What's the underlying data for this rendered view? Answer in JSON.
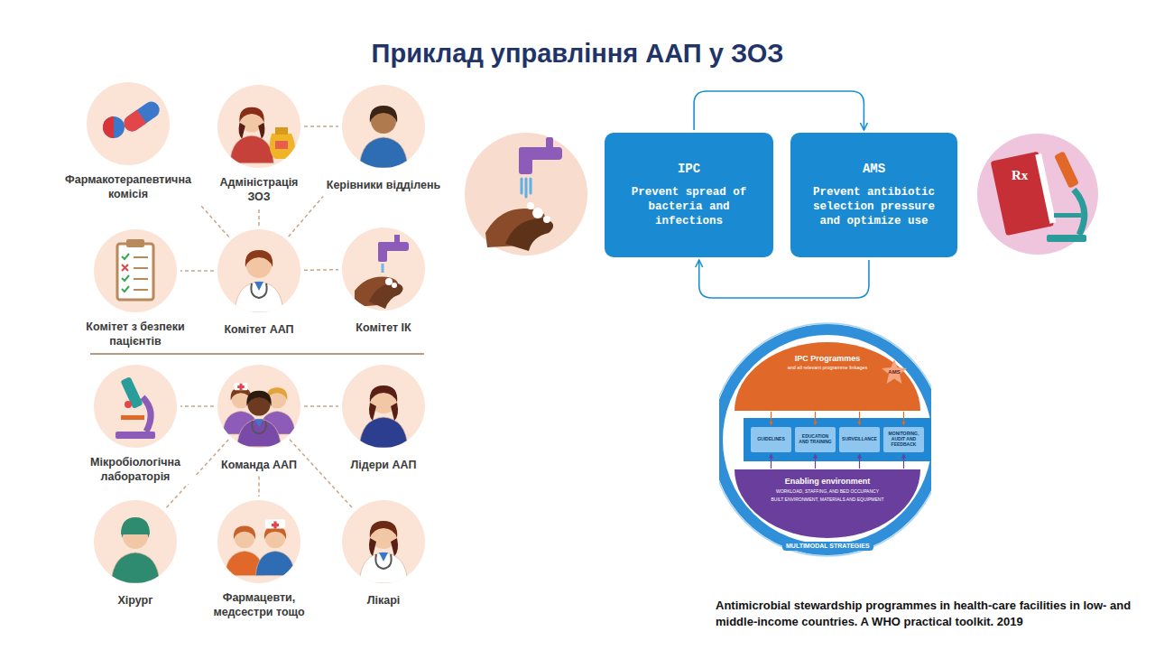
{
  "diagram": {
    "title": "Приклад управління ААП у ЗОЗ",
    "caption": "Antimicrobial stewardship programmes in health-care facilities in low- and middle-income countries. A WHO practical toolkit. 2019",
    "nodes": [
      {
        "text": [
          "Фармакотерапевтична комісія"
        ]
      },
      {
        "text": [
          "Адміністрація ЗОЗ"
        ]
      },
      {
        "text": [
          "Керівники відділень"
        ]
      },
      {
        "text": [
          "Комітет з безпеки пацієнтів"
        ]
      },
      {
        "text": [
          "Комітет ААП"
        ]
      },
      {
        "text": [
          "Комітет ІК"
        ]
      },
      {
        "text": [
          "Мікробіологічна лабораторія"
        ]
      },
      {
        "text": [
          "Команда ААП"
        ]
      },
      {
        "text": [
          "Лідери ААП"
        ]
      },
      {
        "text": [
          "Хірург"
        ]
      },
      {
        "text": [
          "Фармацевти, медсестри тощо"
        ]
      },
      {
        "text": [
          "Лікарі"
        ]
      },
      {
        "text": [
          "IPC",
          "Prevent spread of bacteria and infections"
        ]
      },
      {
        "text": [
          "AMS",
          "Prevent antibiotic selection pressure and optimize use"
        ]
      },
      {
        "text": [
          "IPC Programmes",
          "and all relevant programme linkages"
        ]
      },
      {
        "text": [
          "AMS"
        ]
      },
      {
        "text": [
          "GUIDELINES"
        ]
      },
      {
        "text": [
          "EDUCATION AND TRAINING"
        ]
      },
      {
        "text": [
          "SURVEILLANCE"
        ]
      },
      {
        "text": [
          "MONITORING, AUDIT AND FEEDBACK"
        ]
      },
      {
        "text": [
          "Enabling environment",
          "WORKLOAD, STAFFING, AND BED OCCUPANCY",
          "BUILT ENVIRONMENT, MATERIALS AND EQUIPMENT"
        ]
      }
    ],
    "edges": [
      {
        "from": 4,
        "to": 1,
        "arrow": "none"
      },
      {
        "from": 4,
        "to": 0,
        "arrow": "none"
      },
      {
        "from": 4,
        "to": 2,
        "arrow": "none"
      },
      {
        "from": 4,
        "to": 3,
        "arrow": "none"
      },
      {
        "from": 4,
        "to": 5,
        "arrow": "none"
      },
      {
        "from": 1,
        "to": 2,
        "arrow": "none"
      },
      {
        "from": 7,
        "to": 6,
        "arrow": "none"
      },
      {
        "from": 7,
        "to": 8,
        "arrow": "none"
      },
      {
        "from": 7,
        "to": 9,
        "arrow": "none"
      },
      {
        "from": 7,
        "to": 10,
        "arrow": "none"
      },
      {
        "from": 7,
        "to": 11,
        "arrow": "none"
      },
      {
        "from": 12,
        "to": 13,
        "arrow": "to"
      },
      {
        "from": 13,
        "to": 12,
        "arrow": "to"
      },
      {
        "from": 14,
        "to": 16,
        "arrow": "to"
      },
      {
        "from": 14,
        "to": 17,
        "arrow": "to"
      },
      {
        "from": 14,
        "to": 18,
        "arrow": "to"
      },
      {
        "from": 14,
        "to": 19,
        "arrow": "to"
      },
      {
        "from": 20,
        "to": 16,
        "arrow": "to"
      },
      {
        "from": 20,
        "to": 17,
        "arrow": "to"
      },
      {
        "from": 20,
        "to": 18,
        "arrow": "to"
      },
      {
        "from": 20,
        "to": 19,
        "arrow": "to"
      }
    ],
    "labels": [
      "Rx",
      "MULTIMODAL STRATEGIES"
    ]
  }
}
